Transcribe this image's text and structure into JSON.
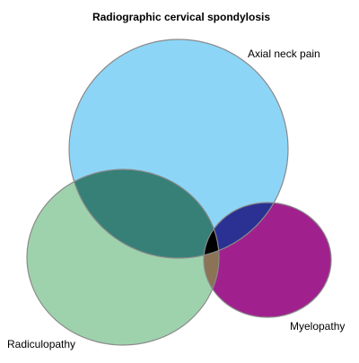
{
  "diagram": {
    "title": "Radiographic cervical spondylosis",
    "sets": [
      {
        "id": "axial",
        "label": "Axial neck pain",
        "color": "#8dd5f7"
      },
      {
        "id": "radic",
        "label": "Radiculopathy",
        "color": "#9ed2ac"
      },
      {
        "id": "myelo",
        "label": "Myelopathy",
        "color": "#a0218e"
      }
    ],
    "overlap_colors": {
      "axial_radic": "#368078",
      "axial_myelo": "#2b3193",
      "radic_myelo": "#8b7355",
      "all": "#000000"
    },
    "outline_color": "#8a8a8a"
  }
}
